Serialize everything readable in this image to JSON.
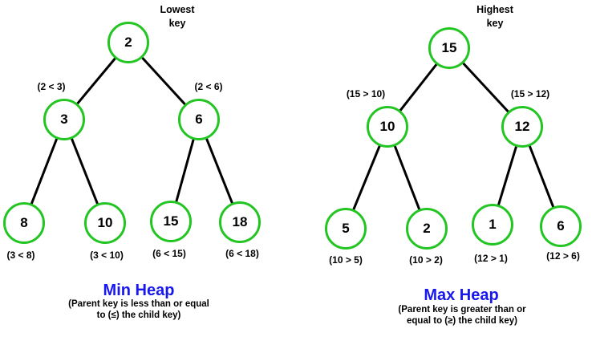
{
  "figure": {
    "background_color": "#ffffff",
    "node_border_color": "#22c522",
    "edge_color": "#000000",
    "heading_color": "#1717ee",
    "trees": [
      {
        "name": "min-heap",
        "top_label_line1": "Lowest",
        "top_label_line2": "key",
        "heading": "Min Heap",
        "caption_line1": "(Parent key is less than or equal",
        "caption_line2": "to (≤) the child key)",
        "nodes": [
          "2",
          "3",
          "6",
          "8",
          "10",
          "15",
          "18"
        ],
        "relations": [
          "(2 < 3)",
          "(2 < 6)",
          "(3 < 8)",
          "(3 < 10)",
          "(6 < 15)",
          "(6 < 18)"
        ]
      },
      {
        "name": "max-heap",
        "top_label_line1": "Highest",
        "top_label_line2": "key",
        "heading": "Max Heap",
        "caption_line1": "(Parent key is greater than or",
        "caption_line2": "equal to (≥) the child key)",
        "nodes": [
          "15",
          "10",
          "12",
          "5",
          "2",
          "1",
          "6"
        ],
        "relations": [
          "(15 > 10)",
          "(15 > 12)",
          "(10 > 5)",
          "(10 > 2)",
          "(12 > 1)",
          "(12 > 6)"
        ]
      }
    ]
  }
}
